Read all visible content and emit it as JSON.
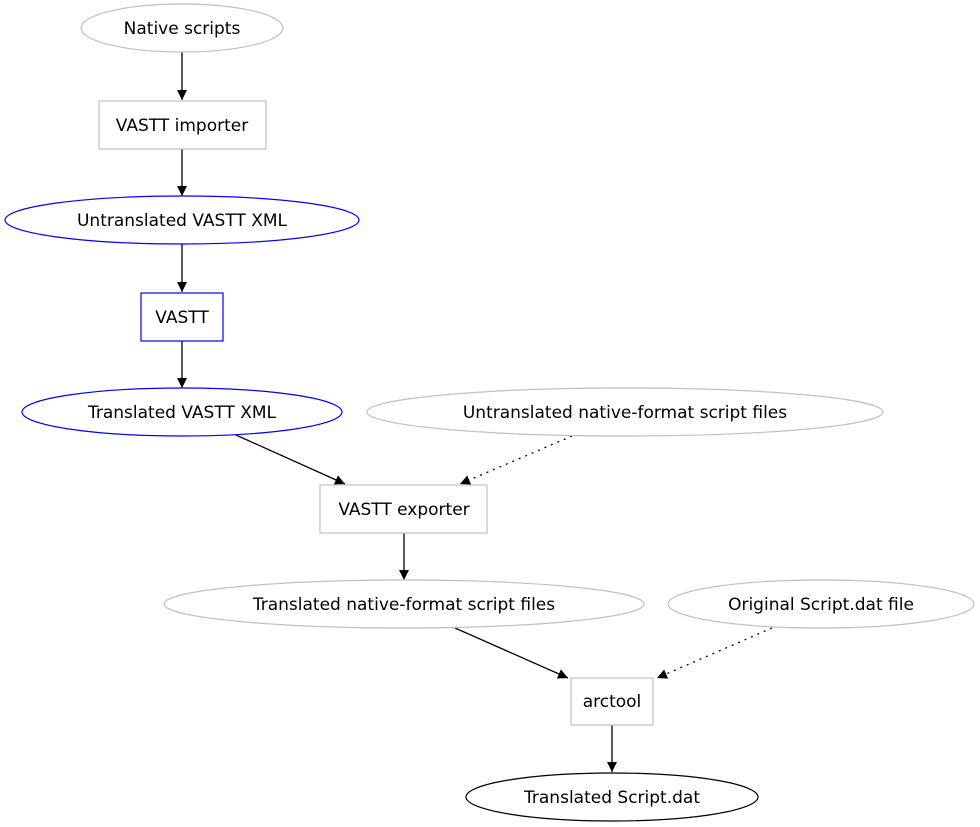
{
  "diagram": {
    "nodes": {
      "native_scripts": "Native scripts",
      "vastt_importer": "VASTT importer",
      "untranslated_vastt_xml": "Untranslated VASTT XML",
      "vastt": "VASTT",
      "translated_vastt_xml": "Translated VASTT XML",
      "untranslated_native_files": "Untranslated native-format script files",
      "vastt_exporter": "VASTT exporter",
      "translated_native_files": "Translated native-format script files",
      "original_script_dat": "Original Script.dat file",
      "arctool": "arctool",
      "translated_script_dat": "Translated Script.dat"
    },
    "edges": [
      {
        "from": "Native scripts",
        "to": "VASTT importer",
        "style": "solid"
      },
      {
        "from": "VASTT importer",
        "to": "Untranslated VASTT XML",
        "style": "solid"
      },
      {
        "from": "Untranslated VASTT XML",
        "to": "VASTT",
        "style": "solid"
      },
      {
        "from": "VASTT",
        "to": "Translated VASTT XML",
        "style": "solid"
      },
      {
        "from": "Translated VASTT XML",
        "to": "VASTT exporter",
        "style": "solid"
      },
      {
        "from": "Untranslated native-format script files",
        "to": "VASTT exporter",
        "style": "dotted"
      },
      {
        "from": "VASTT exporter",
        "to": "Translated native-format script files",
        "style": "solid"
      },
      {
        "from": "Translated native-format script files",
        "to": "arctool",
        "style": "solid"
      },
      {
        "from": "Original Script.dat file",
        "to": "arctool",
        "style": "dotted"
      },
      {
        "from": "arctool",
        "to": "Translated Script.dat",
        "style": "solid"
      }
    ],
    "colors": {
      "gray_stroke": "#c0c0c0",
      "blue_stroke": "#0000ff",
      "black_stroke": "#000000"
    }
  }
}
